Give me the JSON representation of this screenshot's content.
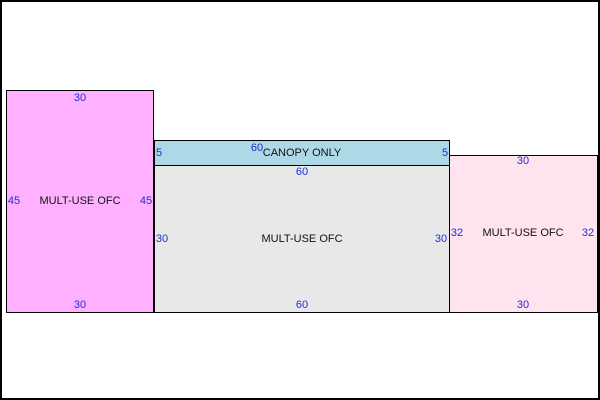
{
  "areas": {
    "left_office": {
      "label": "MULT-USE OFC",
      "color": "#ffb0ff",
      "dims": {
        "top": "30",
        "bottom": "30",
        "left": "45",
        "right": "45"
      }
    },
    "canopy": {
      "label": "CANOPY ONLY",
      "color": "#add8e6",
      "dims": {
        "top": "60",
        "left": "5",
        "right": "5"
      }
    },
    "center_office": {
      "label": "MULT-USE OFC",
      "color": "#e8e8e8",
      "dims": {
        "top": "60",
        "bottom": "60",
        "left": "30",
        "right": "30"
      }
    },
    "right_office": {
      "label": "MULT-USE OFC",
      "color": "#ffe4ef",
      "dims": {
        "top": "30",
        "bottom": "30",
        "left": "32",
        "right": "32"
      }
    }
  },
  "dimension_color": "#1f2fd6"
}
